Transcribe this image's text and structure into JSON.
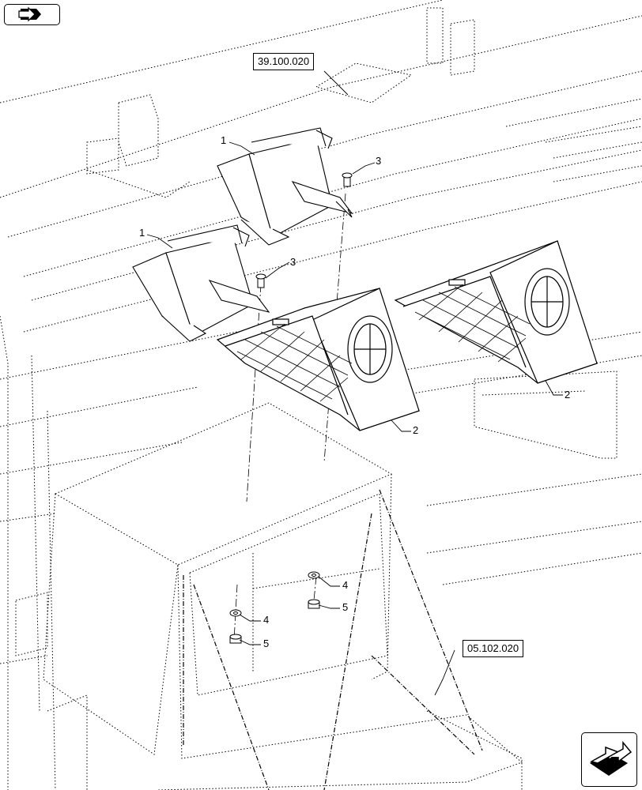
{
  "references": {
    "top_ref": "39.100.020",
    "side_ref": "05.102.020"
  },
  "callouts": {
    "item_1a": "1",
    "item_1b": "1",
    "item_2a": "2",
    "item_2b": "2",
    "item_3a": "3",
    "item_3b": "3",
    "item_4a": "4",
    "item_4b": "4",
    "item_5a": "5",
    "item_5b": "5"
  },
  "icons": {
    "top_left": "previous-page-icon",
    "bottom_right": "next-page-icon"
  },
  "colors": {
    "line": "#000000",
    "background": "#ffffff"
  }
}
